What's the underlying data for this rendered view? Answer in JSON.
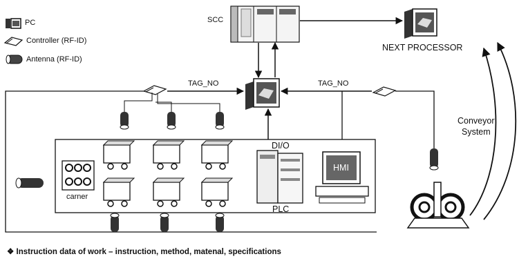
{
  "legend": {
    "pc": "PC",
    "controller": "Controller (RF-ID)",
    "antenna": "Antenna (RF-ID)"
  },
  "labels": {
    "scc": "SCC",
    "next_processor": "NEXT PROCESSOR",
    "tag_no_left": "TAG_NO",
    "tag_no_right": "TAG_NO",
    "conveyor": "Conveyor",
    "system": "System",
    "dio": "DI/O",
    "hmi": "HMI",
    "plc": "PLC",
    "carrier": "carner",
    "caption": "❖ Instruction data of work – instruction, method, matenal, specifications"
  }
}
